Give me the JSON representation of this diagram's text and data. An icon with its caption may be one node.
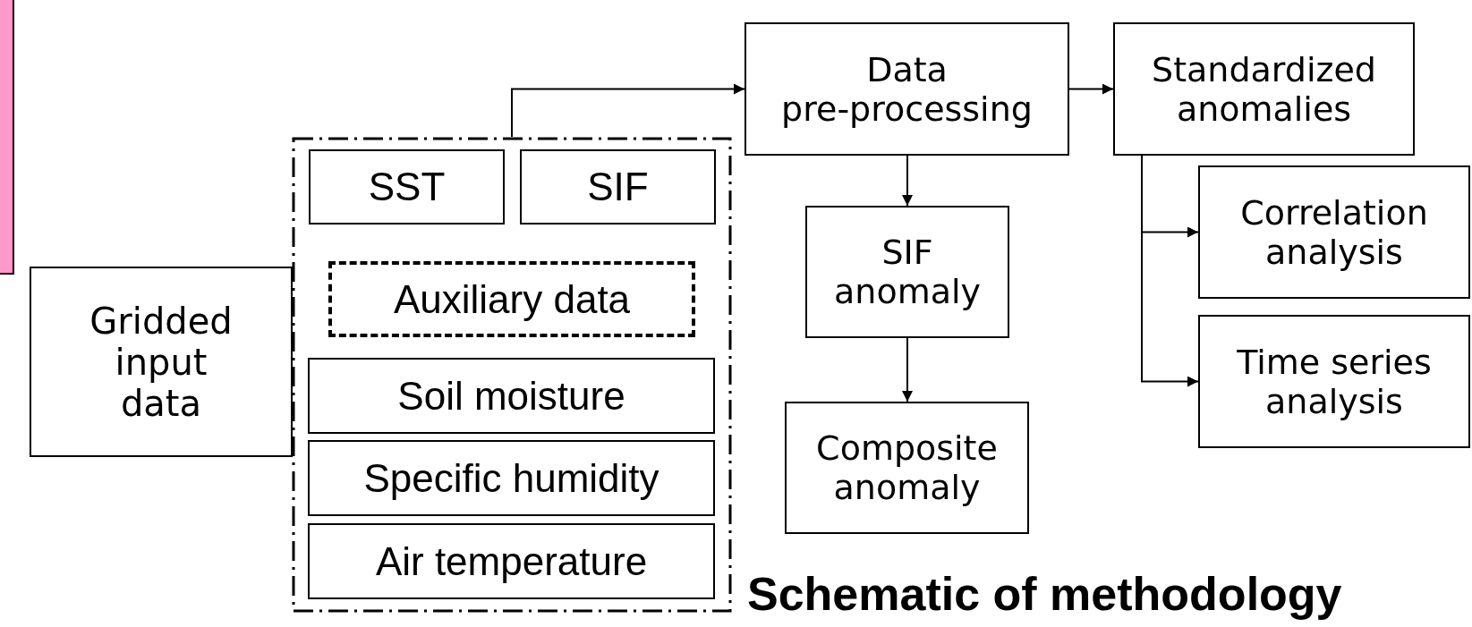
{
  "diagram": {
    "title": "Schematic of methodology",
    "nodes": [
      {
        "text": [
          "Gridded input data"
        ]
      },
      {
        "text": [],
        "shape": "box"
      },
      {
        "text": [
          "SST"
        ],
        "in": 1
      },
      {
        "text": [
          "SIF"
        ],
        "in": 1
      },
      {
        "text": [
          "Auxiliary data"
        ],
        "in": 1
      },
      {
        "text": [
          "Soil moisture"
        ],
        "in": 1
      },
      {
        "text": [
          "Specific humidity"
        ],
        "in": 1
      },
      {
        "text": [
          "Air temperature"
        ],
        "in": 1
      },
      {
        "text": [
          "Data pre-processing"
        ]
      },
      {
        "text": [
          "SIF anomaly"
        ]
      },
      {
        "text": [
          "Composite anomaly"
        ]
      },
      {
        "text": [
          "Standardized anomalies"
        ]
      },
      {
        "text": [
          "Correlation analysis"
        ]
      },
      {
        "text": [
          "Time series analysis"
        ]
      }
    ],
    "edges": [
      {
        "from": 1,
        "to": 8,
        "arrow": "to"
      },
      {
        "from": 8,
        "to": 11,
        "arrow": "to"
      },
      {
        "from": 8,
        "to": 9,
        "arrow": "to"
      },
      {
        "from": 9,
        "to": 10,
        "arrow": "to"
      },
      {
        "from": 11,
        "to": 12,
        "arrow": "to"
      },
      {
        "from": 11,
        "to": 13,
        "arrow": "to"
      }
    ]
  }
}
